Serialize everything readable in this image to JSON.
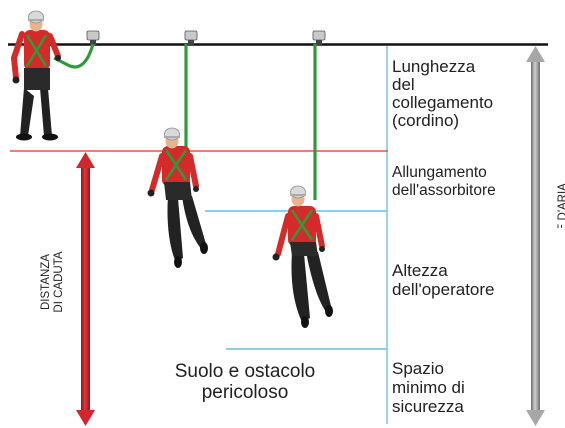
{
  "labels": {
    "lanyard_length_l1": "Lunghezza",
    "lanyard_length_l2": "del",
    "lanyard_length_l3": "collegamento",
    "lanyard_length_l4": "(cordino)",
    "absorber_l1": "Allungamento",
    "absorber_l2": "dell'assorbitore",
    "worker_height_l1": "Altezza",
    "worker_height_l2": "dell'operatore",
    "safety_l1": "Spazio",
    "safety_l2": "minimo di",
    "safety_l3": "sicurezza",
    "ground_l1": "Suolo e ostacolo",
    "ground_l2": "pericoloso",
    "fall_distance_l1": "DISTANZA",
    "fall_distance_l2": "DI CADUTA",
    "clearance_partial": "TIRANTE D'ARIA"
  },
  "colors": {
    "anchor_line": "#111111",
    "fall_line": "#e8504a",
    "fall_arrow": "#d0262d",
    "measure_line": "#8ecfe8",
    "clearance_arrow": "#a7a7a7",
    "lanyard": "#2f9a3c",
    "shirt": "#d42a2a",
    "pants": "#222222"
  }
}
